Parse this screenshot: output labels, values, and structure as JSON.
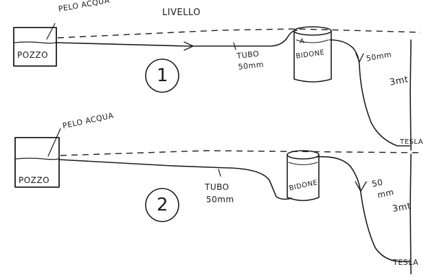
{
  "diagram": {
    "top_label": "LIVELLO",
    "scheme1": {
      "number": "1",
      "pozzo": "POZZO",
      "pelo_acqua": "PELO ACQUA",
      "bidone_marker": "A",
      "bidone": "BIDONE",
      "tubo": "TUBO",
      "tubo_size": "50mm",
      "outlet_size": "50mm",
      "height": "3mt",
      "tesla": "TESLA"
    },
    "scheme2": {
      "number": "2",
      "pozzo": "POZZO",
      "pelo_acqua": "PELO ACQUA",
      "bidone": "BIDONE",
      "tubo": "TUBO",
      "tubo_size": "50mm",
      "outlet_size": "50",
      "outlet_unit": "mm",
      "height": "3mt",
      "tesla": "TESLA"
    }
  }
}
